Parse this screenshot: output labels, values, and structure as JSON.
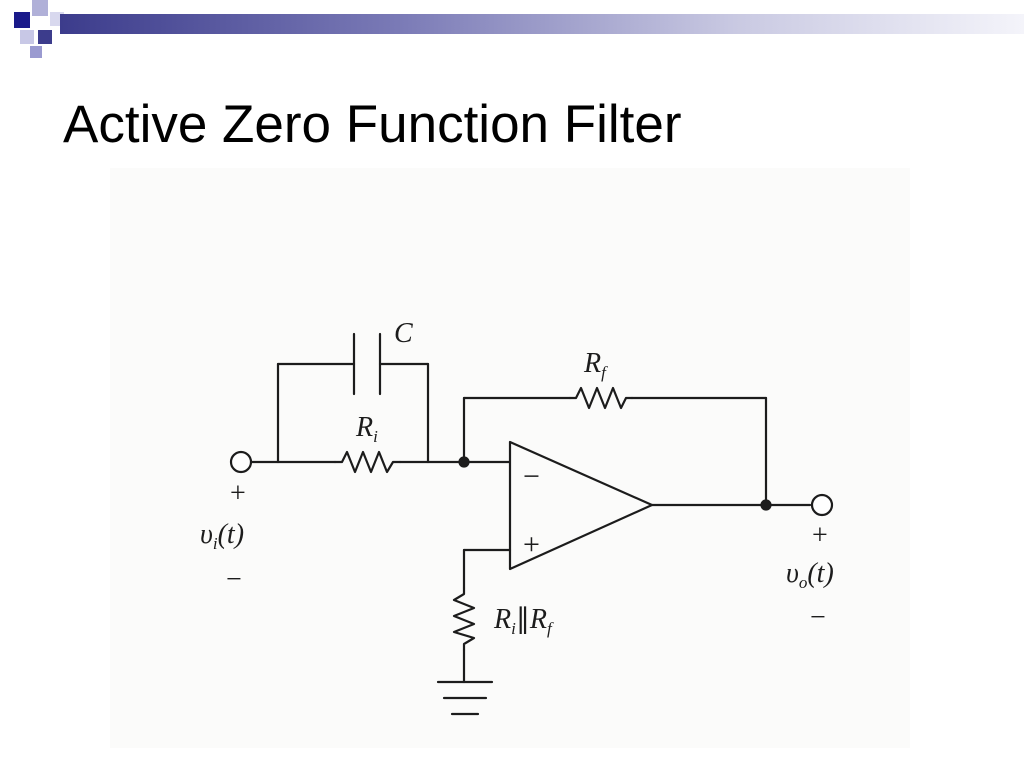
{
  "slide": {
    "title": "Active Zero Function Filter"
  },
  "theme": {
    "accent_dark": "#3c3c8c",
    "accent_mid": "#8c8cc4",
    "accent_light": "#c9c9e2"
  },
  "circuit": {
    "capacitor_label": "C",
    "feedback_resistor_label": "R",
    "feedback_resistor_sub": "f",
    "input_resistor_label": "R",
    "input_resistor_sub": "i",
    "bias_resistor_label": "R",
    "bias_resistor_sub_1": "i",
    "bias_resistor_parallel": "∥",
    "bias_resistor_sub_2": "f",
    "opamp_inverting": "−",
    "opamp_noninverting": "+",
    "input_plus": "+",
    "input_minus": "−",
    "input_voltage_var": "υ",
    "input_voltage_sub": "i",
    "input_voltage_arg": "(t)",
    "output_plus": "+",
    "output_minus": "−",
    "output_voltage_var": "υ",
    "output_voltage_sub": "o",
    "output_voltage_arg": "(t)"
  }
}
